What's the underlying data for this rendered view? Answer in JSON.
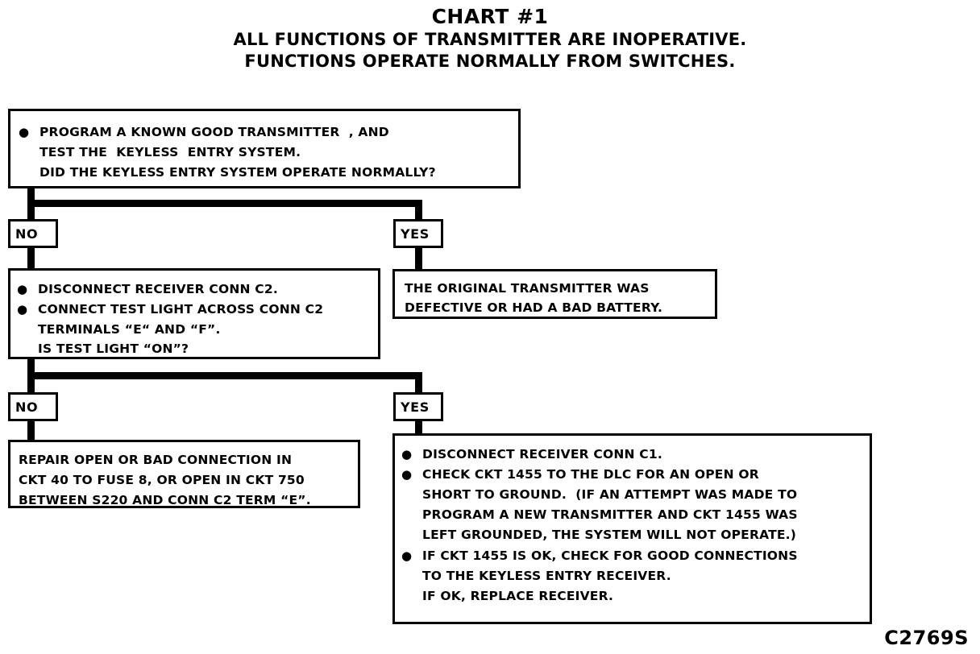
{
  "title": {
    "main": "CHART #1",
    "subtitle_line1": "ALL FUNCTIONS OF TRANSMITTER ARE INOPERATIVE.",
    "subtitle_line2": "FUNCTIONS OPERATE NORMALLY FROM SWITCHES."
  },
  "reference_code": "C2769S",
  "branch_labels": {
    "no": "NO",
    "yes": "YES"
  },
  "bullet_glyph": "●",
  "boxes": {
    "step1": {
      "lines": [
        {
          "bullet": true,
          "text": "PROGRAM A KNOWN GOOD TRANSMITTER  , AND"
        },
        {
          "bullet": false,
          "text": "TEST THE  KEYLESS  ENTRY SYSTEM."
        },
        {
          "bullet": false,
          "text": "DID THE KEYLESS ENTRY SYSTEM OPERATE NORMALLY?"
        }
      ]
    },
    "step2_no": {
      "lines": [
        {
          "bullet": true,
          "text": "DISCONNECT RECEIVER CONN C2."
        },
        {
          "bullet": true,
          "text": "CONNECT TEST LIGHT ACROSS CONN C2"
        },
        {
          "bullet": false,
          "text": "TERMINALS “E“ AND “F”."
        },
        {
          "bullet": false,
          "text": "IS TEST LIGHT “ON”?"
        }
      ]
    },
    "step2_yes": {
      "lines": [
        {
          "bullet": false,
          "text": "THE ORIGINAL TRANSMITTER WAS"
        },
        {
          "bullet": false,
          "text": "DEFECTIVE OR HAD A BAD BATTERY."
        }
      ]
    },
    "step3_no": {
      "lines": [
        {
          "bullet": false,
          "text": "REPAIR OPEN OR BAD CONNECTION IN"
        },
        {
          "bullet": false,
          "text": "CKT 40 TO FUSE 8, OR OPEN IN CKT 750"
        },
        {
          "bullet": false,
          "text": "BETWEEN S220 AND CONN C2 TERM “E”."
        }
      ]
    },
    "step3_yes": {
      "lines": [
        {
          "bullet": true,
          "text": "DISCONNECT RECEIVER CONN C1."
        },
        {
          "bullet": true,
          "text": "CHECK CKT 1455 TO THE DLC FOR AN OPEN OR"
        },
        {
          "bullet": false,
          "text": "SHORT TO GROUND.  (IF AN ATTEMPT WAS MADE TO"
        },
        {
          "bullet": false,
          "text": "PROGRAM A NEW TRANSMITTER AND CKT 1455 WAS"
        },
        {
          "bullet": false,
          "text": "LEFT GROUNDED, THE SYSTEM WILL NOT OPERATE.)"
        },
        {
          "bullet": true,
          "text": "IF CKT 1455 IS OK, CHECK FOR GOOD CONNECTIONS"
        },
        {
          "bullet": false,
          "text": "TO THE KEYLESS ENTRY RECEIVER."
        },
        {
          "bullet": false,
          "text": "IF OK, REPLACE RECEIVER."
        }
      ]
    }
  }
}
